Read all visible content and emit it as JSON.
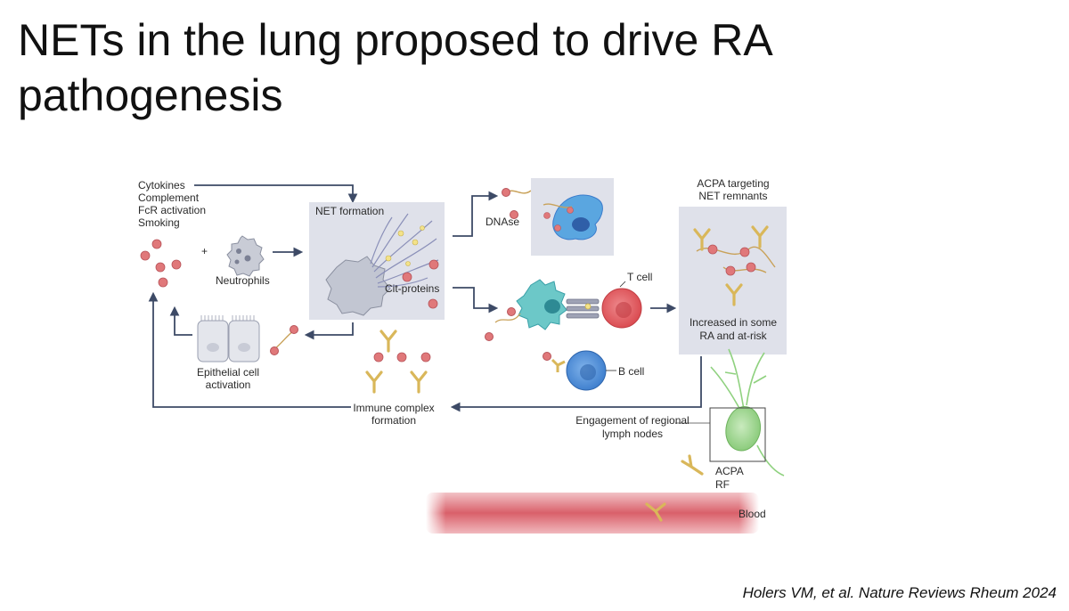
{
  "slide": {
    "title_line1": "NETs in the lung proposed to drive RA",
    "title_line2": "pathogenesis",
    "citation": "Holers VM, et al. Nature Reviews Rheum 2024"
  },
  "diagram": {
    "triggers": [
      "Cytokines",
      "Complement",
      "FcR activation",
      "Smoking"
    ],
    "plus": "+",
    "neutrophils": "Neutrophils",
    "net_formation": "NET formation",
    "cit_proteins": "Cit-proteins",
    "dnase": "DNAse",
    "t_cell": "T cell",
    "b_cell": "B cell",
    "acpa_targeting": [
      "ACPA targeting",
      "NET remnants"
    ],
    "increased": [
      "Increased in some",
      "RA and at-risk"
    ],
    "epithelial": [
      "Epithelial cell",
      "activation"
    ],
    "immune_complex": [
      "Immune complex",
      "formation"
    ],
    "lymph_nodes": [
      "Engagement of regional",
      "lymph nodes"
    ],
    "acpa_rf": [
      "ACPA",
      "RF"
    ],
    "blood": "Blood"
  },
  "colors": {
    "arrow": "#3d4a66",
    "panel": "#dfe1ea",
    "citrulline": "#e0787a",
    "antibody": "#d9b75a",
    "t_cell": "#e35a5f",
    "b_cell": "#4d8fd6",
    "dendritic": "#6cc8c8",
    "neuron": "#8fd17f",
    "blood": "#d9606a"
  }
}
